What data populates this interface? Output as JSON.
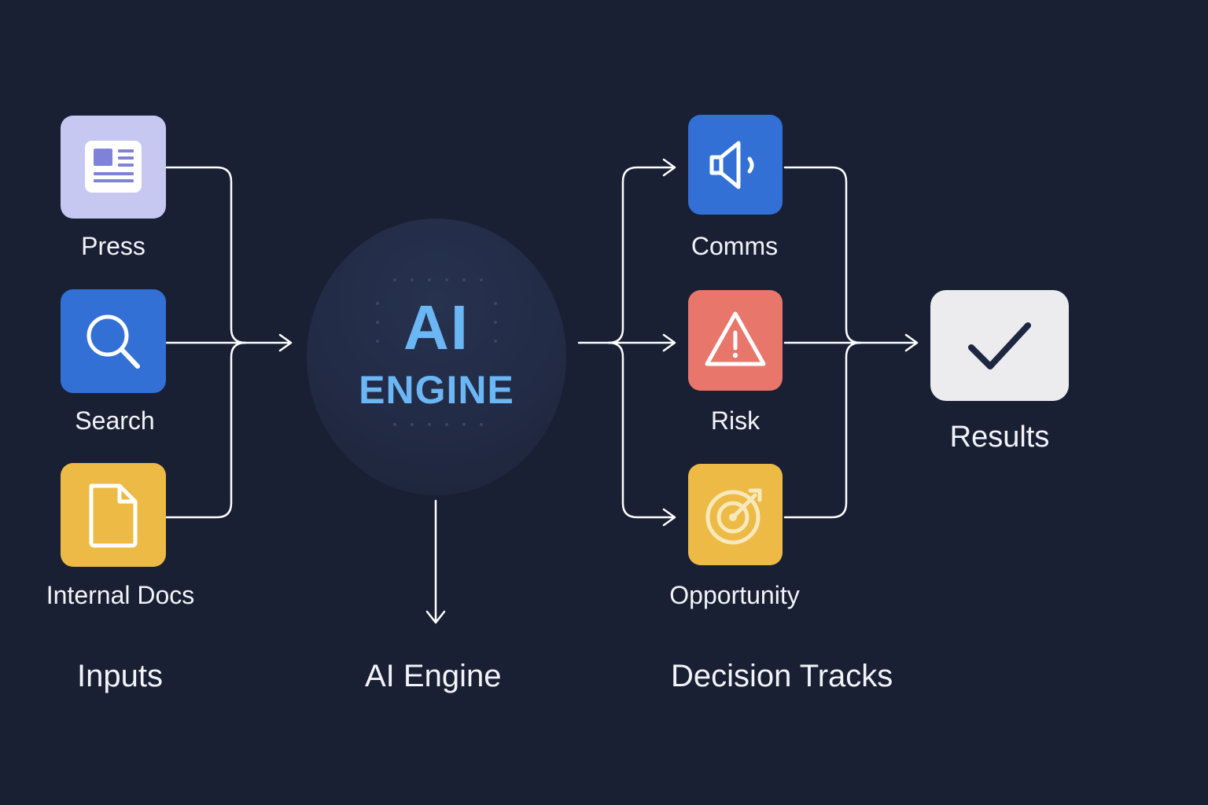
{
  "inputs": {
    "column_label": "Inputs",
    "items": [
      {
        "label": "Press",
        "icon": "newspaper-icon",
        "color": "#c6c8f2"
      },
      {
        "label": "Search",
        "icon": "magnifier-icon",
        "color": "#3270d6"
      },
      {
        "label": "Internal Docs",
        "icon": "document-icon",
        "color": "#edbb45"
      }
    ]
  },
  "engine": {
    "column_label": "AI Engine",
    "title_line1": "AI",
    "title_line2": "ENGINE",
    "accent": "#6bb6f4"
  },
  "tracks": {
    "column_label": "Decision Tracks",
    "items": [
      {
        "label": "Comms",
        "icon": "speaker-icon",
        "color": "#3270d6"
      },
      {
        "label": "Risk",
        "icon": "warning-icon",
        "color": "#e8766b"
      },
      {
        "label": "Opportunity",
        "icon": "target-icon",
        "color": "#edbb45"
      }
    ]
  },
  "results": {
    "label": "Results",
    "icon": "checkmark-icon",
    "color": "#ececef"
  },
  "colors": {
    "background": "#192034",
    "connector": "#ffffff"
  }
}
